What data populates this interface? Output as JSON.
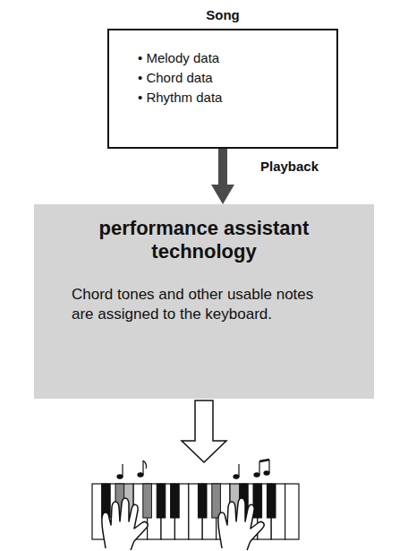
{
  "diagram": {
    "nodes": [
      {
        "text": [
          "Song",
          "• Melody data",
          "• Chord data",
          "• Rhythm data"
        ]
      },
      {
        "text": [
          "performance assistant technology",
          "Chord tones and other usable notes are assigned to the keyboard."
        ]
      }
    ],
    "edges": [
      {
        "from": 0,
        "to": 1,
        "arrow": "to",
        "label": "Playback"
      }
    ]
  }
}
